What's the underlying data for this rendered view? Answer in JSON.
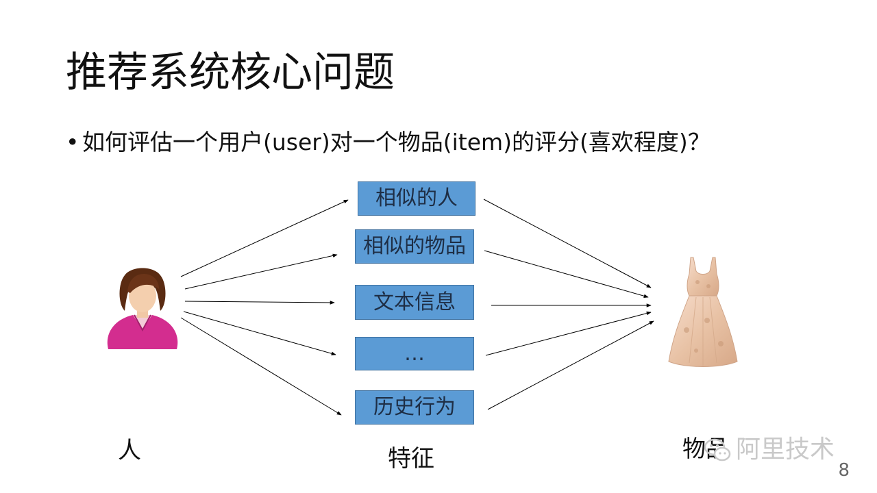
{
  "slide": {
    "title": "推荐系统核心问题",
    "bullet_marker": "•",
    "bullet": "如何评估一个用户(user)对一个物品(item)的评分(喜欢程度)？",
    "page_number": "8"
  },
  "diagram": {
    "source_label": "人",
    "middle_label": "特征",
    "target_label": "物品",
    "features": [
      "相似的人",
      "相似的物品",
      "文本信息",
      "…",
      "历史行为"
    ],
    "colors": {
      "box_fill": "#5b9bd5",
      "box_text": "#1e2e45",
      "arrow": "#000000"
    },
    "source_icon": "woman-user-icon",
    "target_icon": "dress-icon"
  },
  "watermark": {
    "text": "阿里技术",
    "icon": "wechat-icon"
  }
}
